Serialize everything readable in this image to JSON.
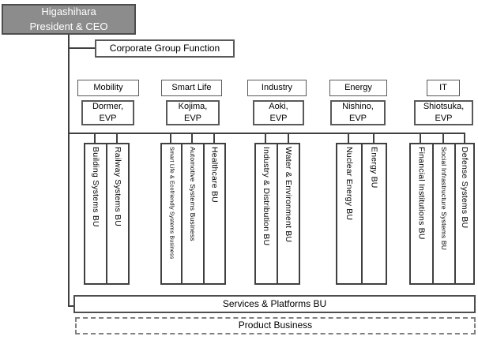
{
  "ceo": {
    "line1": "Higashihara",
    "line2": "President & CEO"
  },
  "corporate_group_function": "Corporate Group Function",
  "sectors": [
    {
      "label": "Mobility",
      "evp_line1": "Dormer,",
      "evp_line2": "EVP",
      "units": [
        "Building Systems BU",
        "Railway Systems BU"
      ]
    },
    {
      "label": "Smart Life",
      "evp_line1": "Kojima,",
      "evp_line2": "EVP",
      "units": [
        "Smart Life & Ecofriendly Systems Business",
        "Automotive Systems Business",
        "Healthcare BU"
      ]
    },
    {
      "label": "Industry",
      "evp_line1": "Aoki,",
      "evp_line2": "EVP",
      "units": [
        "Industry & Distribution BU",
        "Water & Environment BU"
      ]
    },
    {
      "label": "Energy",
      "evp_line1": "Nishino,",
      "evp_line2": "EVP",
      "units": [
        "Nuclear Energy BU",
        "Energy BU"
      ]
    },
    {
      "label": "IT",
      "evp_line1": "Shiotsuka,",
      "evp_line2": "EVP",
      "units": [
        "Financial Institutions BU",
        "Social Infrastructure Systems BU",
        "Defense Systems BU"
      ]
    }
  ],
  "bottom": {
    "services_bu": "Services & Platforms BU",
    "product_business": "Product Business"
  },
  "colors": {
    "ceo_fill": "#8c8c8c",
    "ceo_border": "#4d4d4d",
    "box_border": "#595959",
    "column_border": "#404040",
    "connector_line": "#404040",
    "dashed_border": "#808080",
    "background": "#ffffff"
  }
}
